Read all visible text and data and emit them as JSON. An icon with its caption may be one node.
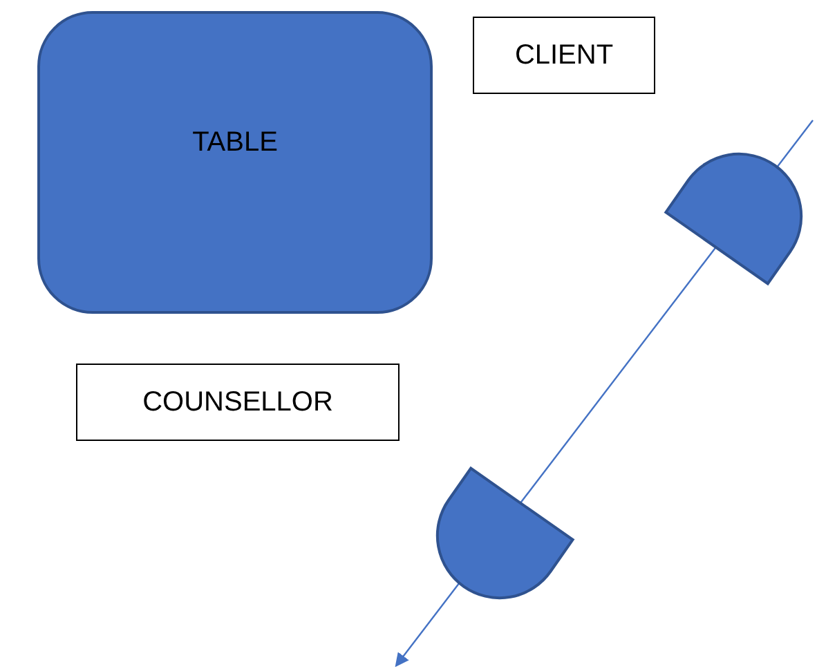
{
  "diagram": {
    "nodes": [
      {
        "text": [
          "TABLE"
        ]
      },
      {
        "text": [
          "CLIENT"
        ]
      },
      {
        "text": [
          "COUNSELLOR"
        ]
      },
      {
        "text": [],
        "shape": "semicircle"
      },
      {
        "text": [],
        "shape": "semicircle"
      }
    ]
  }
}
